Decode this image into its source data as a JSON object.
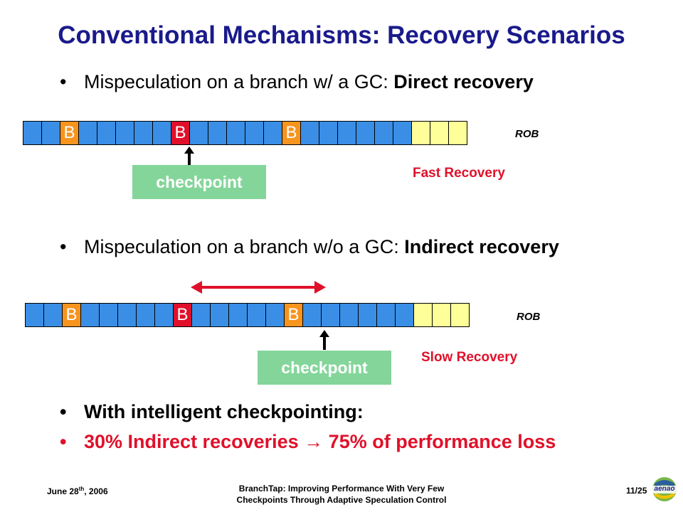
{
  "slide": {
    "title": "Conventional Mechanisms: Recovery Scenarios",
    "bullet1": {
      "dot": "•",
      "text": "Mispeculation on a branch w/ a GC: ",
      "bold": "Direct recovery"
    },
    "bullet2": {
      "dot": "•",
      "text": "Mispeculation on a branch w/o a GC: ",
      "bold": "Indirect recovery"
    },
    "bullet3": {
      "dot": "•",
      "text": "With intelligent checkpointing:"
    },
    "bullet4": {
      "dot": "•",
      "pre": "30% Indirect recoveries ",
      "arrow": "→",
      "post": " 75% of performance loss"
    },
    "diagram1": {
      "rob_label": "ROB",
      "checkpoint_label": "checkpoint",
      "recovery_label": "Fast Recovery"
    },
    "diagram2": {
      "rob_label": "ROB",
      "checkpoint_label": "checkpoint",
      "recovery_label": "Slow Recovery"
    },
    "rob_cells": [
      "",
      "",
      "B",
      "",
      "",
      "",
      "",
      "",
      "B",
      "",
      "",
      "",
      "",
      "",
      "B",
      "",
      "",
      "",
      "",
      "",
      "",
      "",
      "",
      ""
    ],
    "footer": {
      "date": "June 28",
      "date_sup": "th",
      "date_year": ", 2006",
      "center_line1": "BranchTap: Improving Performance With Very Few",
      "center_line2": "Checkpoints Through Adaptive Speculation Control",
      "page": "11/25",
      "logo_text": "aenao"
    },
    "colors": {
      "title": "#1a1a8c",
      "cell_blue": "#3a8ee6",
      "cell_orange": "#f7941d",
      "cell_red": "#e0102a",
      "cell_yellow": "#ffff99",
      "checkpoint": "#84d59a",
      "highlight": "#e0102a"
    }
  }
}
